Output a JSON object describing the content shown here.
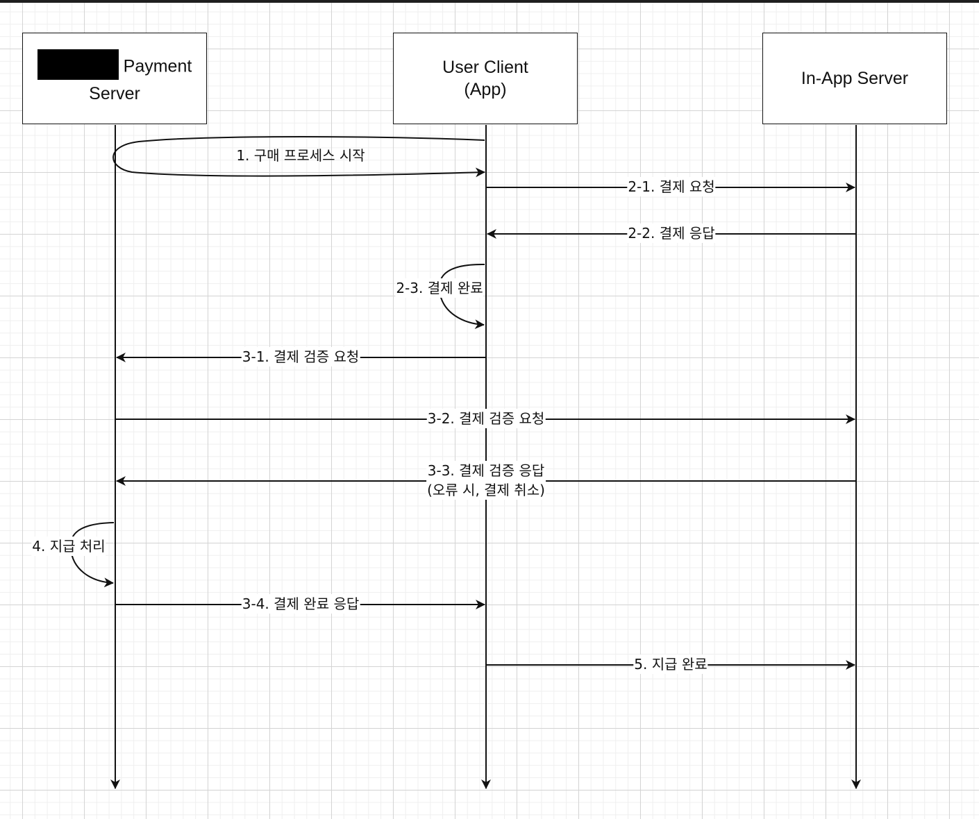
{
  "participants": {
    "payment_server": {
      "label_line1": "Payment",
      "label_line2": "Server",
      "redacted": true
    },
    "user_client": {
      "label_line1": "User Client",
      "label_line2": "(App)"
    },
    "inapp_server": {
      "label": "In-App Server"
    }
  },
  "messages": {
    "m1": "1. 구매 프로세스 시작",
    "m2_1": "2-1. 결제 요청",
    "m2_2": "2-2. 결제 응답",
    "m2_3": "2-3. 결제 완료",
    "m3_1": "3-1. 결제 검증 요청",
    "m3_2": "3-2. 결제 검증 요청",
    "m3_3_line1": "3-3. 결제 검증 응답",
    "m3_3_line2": "(오류 시, 결제 취소)",
    "m4": "4. 지급 처리",
    "m3_4": "3-4. 결제 완료 응답",
    "m5": "5. 지급 완료"
  },
  "colors": {
    "line": "#111111",
    "grid_major": "#d4d4d4",
    "grid_minor": "#efefef",
    "redaction": "#000000"
  }
}
